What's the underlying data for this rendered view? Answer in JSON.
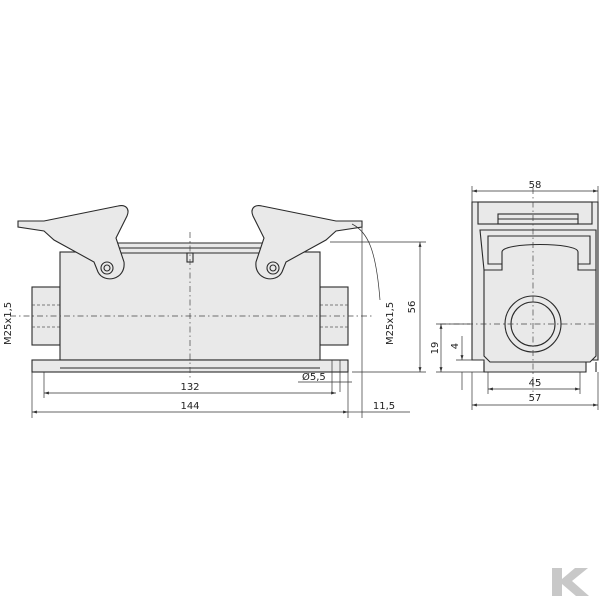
{
  "drawing": {
    "front_view": {
      "dim_overall_length": "144",
      "dim_hole_spacing": "132",
      "dim_side_offset": "11,5",
      "dim_height": "56",
      "dim_hole_diameter": "Ø5,5",
      "thread_left": "M25x1,5",
      "thread_right": "M25x1,5"
    },
    "side_view": {
      "dim_top_width": "58",
      "dim_base_width": "57",
      "dim_hole_spacing": "45",
      "dim_entry_height": "19",
      "dim_base_thickness": "4"
    }
  },
  "logo": {
    "text": "K",
    "color": "#c8c8c8"
  }
}
